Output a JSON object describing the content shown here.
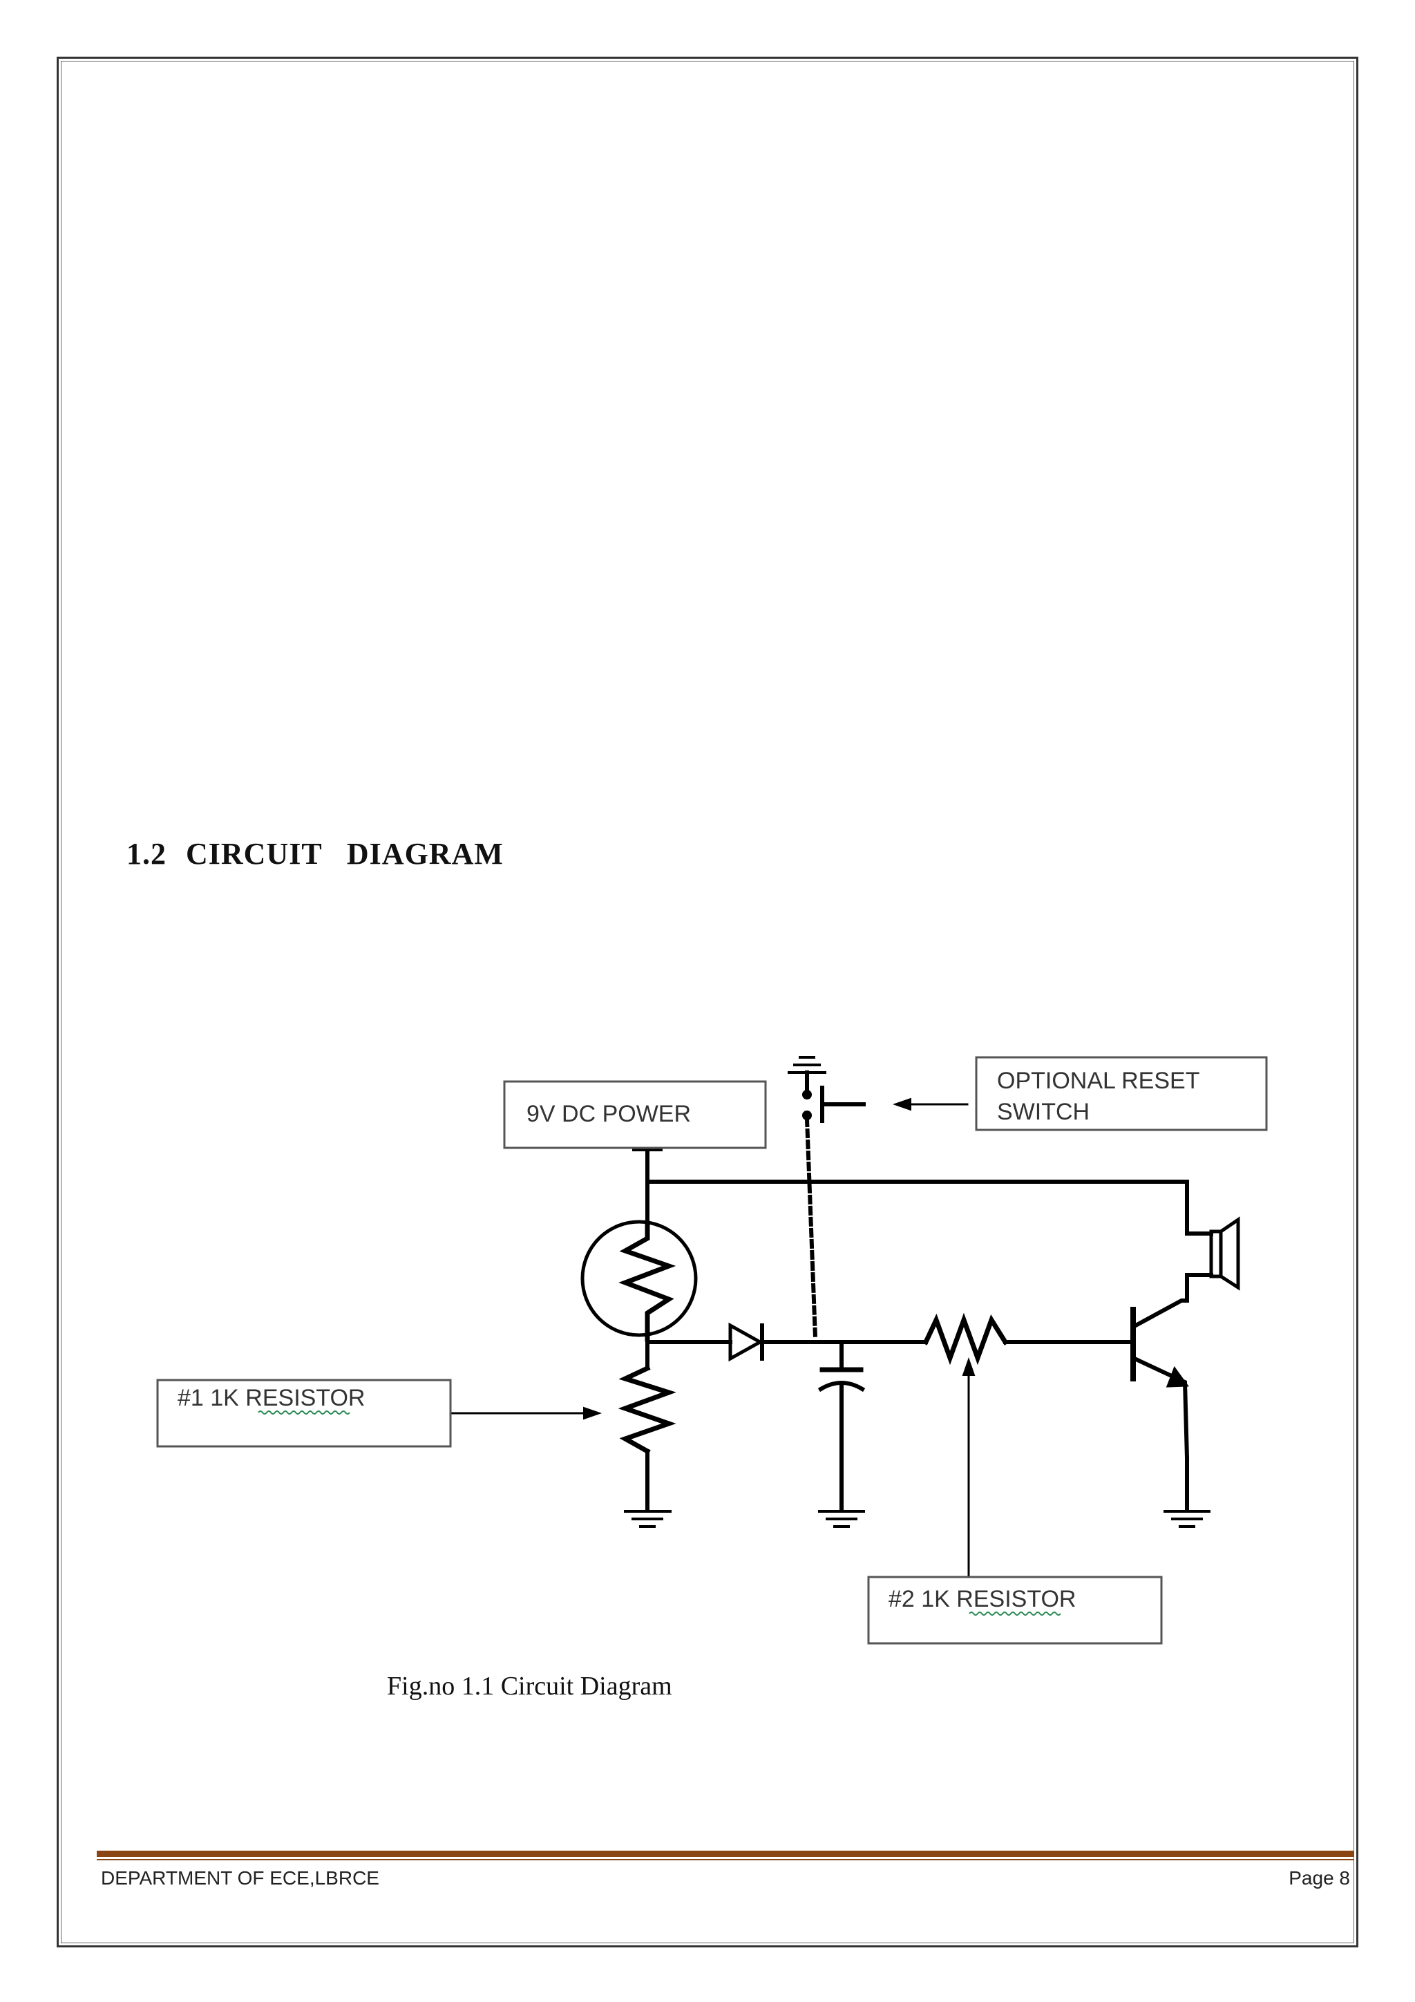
{
  "section": {
    "number": "1.2",
    "title": "CIRCUIT   DIAGRAM"
  },
  "diagram": {
    "labels": {
      "power": "9V DC POWER",
      "reset_line1": "OPTIONAL RESET",
      "reset_line2": "SWITCH",
      "resistor1": "#1 1K RESISTOR",
      "resistor2": "#2 1K RESISTOR"
    },
    "colors": {
      "wire": "#000000",
      "label_box": "#555555",
      "spellcheck_underline": "#2e8b57"
    }
  },
  "caption": "Fig.no 1.1 Circuit Diagram",
  "footer": {
    "left": "DEPARTMENT OF ECE,LBRCE",
    "right": "Page 8",
    "rule_color": "#8b4513"
  }
}
